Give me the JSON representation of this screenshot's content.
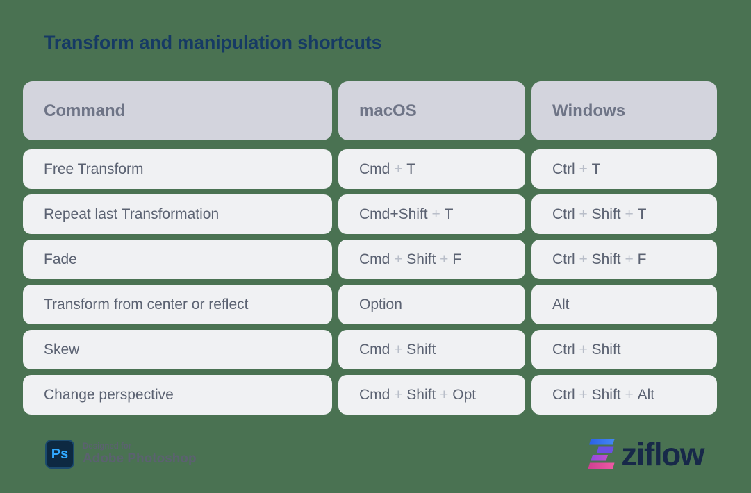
{
  "page": {
    "title": "Transform and manipulation shortcuts",
    "background_color": "#4a7252"
  },
  "table": {
    "headers": [
      {
        "label": "Command"
      },
      {
        "label": "macOS"
      },
      {
        "label": "Windows"
      }
    ],
    "rows": [
      {
        "command": "Free Transform",
        "macos": [
          {
            "t": "Cmd"
          },
          {
            "t": " + ",
            "muted": true
          },
          {
            "t": "T"
          }
        ],
        "windows": [
          {
            "t": "Ctrl"
          },
          {
            "t": " + ",
            "muted": true
          },
          {
            "t": "T"
          }
        ]
      },
      {
        "command": "Repeat last Transformation",
        "macos": [
          {
            "t": "Cmd+Shift"
          },
          {
            "t": " + ",
            "muted": true
          },
          {
            "t": "T"
          }
        ],
        "windows": [
          {
            "t": "Ctrl"
          },
          {
            "t": " + ",
            "muted": true
          },
          {
            "t": "Shift"
          },
          {
            "t": " + ",
            "muted": true
          },
          {
            "t": "T"
          }
        ]
      },
      {
        "command": "Fade",
        "macos": [
          {
            "t": "Cmd"
          },
          {
            "t": " + ",
            "muted": true
          },
          {
            "t": "Shift"
          },
          {
            "t": " + ",
            "muted": true
          },
          {
            "t": "F"
          }
        ],
        "windows": [
          {
            "t": "Ctrl"
          },
          {
            "t": " + ",
            "muted": true
          },
          {
            "t": "Shift"
          },
          {
            "t": " + ",
            "muted": true
          },
          {
            "t": "F"
          }
        ]
      },
      {
        "command": "Transform from center or reflect",
        "macos": [
          {
            "t": "Option"
          }
        ],
        "windows": [
          {
            "t": "Alt"
          }
        ]
      },
      {
        "command": "Skew",
        "macos": [
          {
            "t": "Cmd"
          },
          {
            "t": " + ",
            "muted": true
          },
          {
            "t": "Shift"
          }
        ],
        "windows": [
          {
            "t": "Ctrl"
          },
          {
            "t": " + ",
            "muted": true
          },
          {
            "t": "Shift"
          }
        ]
      },
      {
        "command": "Change perspective",
        "macos": [
          {
            "t": "Cmd"
          },
          {
            "t": " + ",
            "muted": true
          },
          {
            "t": "Shift"
          },
          {
            "t": " + ",
            "muted": true
          },
          {
            "t": "Opt"
          }
        ],
        "windows": [
          {
            "t": "Ctrl"
          },
          {
            "t": " + ",
            "muted": true
          },
          {
            "t": "Shift"
          },
          {
            "t": " + ",
            "muted": true
          },
          {
            "t": "Alt"
          }
        ]
      }
    ]
  },
  "footer": {
    "ps_badge": "Ps",
    "designed_for": "Designed for",
    "app_name": "Adobe Photoshop",
    "brand": "ziflow"
  },
  "colors": {
    "background": "#4a7252",
    "title_navy": "#163a64",
    "header_cell_bg": "#d3d4dd",
    "header_text": "#6e7486",
    "row_cell_bg": "#f0f1f3",
    "cell_text": "#5b6272",
    "muted_plus": "#b9bec9",
    "footer_gray": "#5b6170",
    "ps_badge_bg": "#0d2942",
    "ps_badge_text": "#31a8ff",
    "ziflow_navy": "#172849",
    "ziflow_blue": "#2b61e6",
    "ziflow_violet": "#6b4fe4",
    "ziflow_purple": "#a44ddb",
    "ziflow_pink": "#e0449b"
  }
}
